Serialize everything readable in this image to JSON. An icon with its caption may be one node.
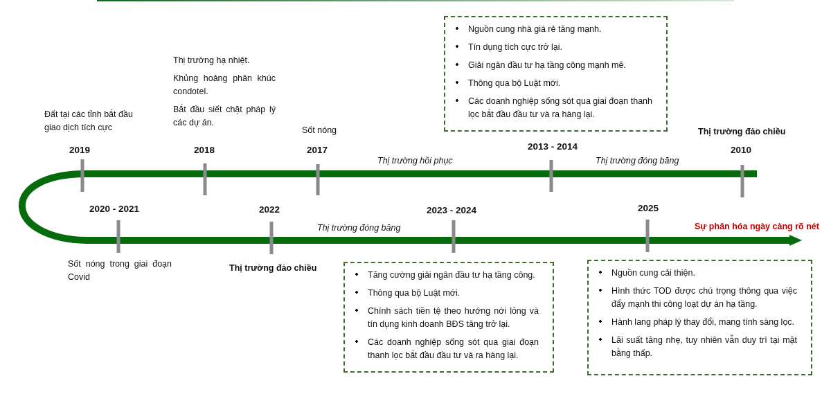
{
  "diagram": {
    "nodes": [
      {
        "text": [
          "Nguồn cung nhà giá rẻ tăng mạnh.",
          "Tín dụng tích cực trở lại.",
          "Giải ngân đầu tư hạ tầng công mạnh mẽ.",
          "Thông qua bộ Luật mới.",
          "Các doanh nghiệp sống sót qua giai đoạn thanh lọc bắt đầu đầu tư và ra hàng lại."
        ]
      },
      {
        "text": [
          "Tăng cường giải ngân đầu tư hạ tầng công.",
          "Thông qua bộ Luật mới.",
          "Chính sách tiền tệ theo hướng nới lỏng và tín dụng kinh doanh BĐS tăng trở lại.",
          "Các doanh nghiệp sống sót qua giai đoạn thanh lọc bắt đầu đầu tư và ra hàng lại."
        ]
      },
      {
        "text": [
          "Nguồn cung cải thiện.",
          "Hình thức TOD được chú trọng thông qua việc đẩy mạnh thi công loạt dự án hạ tầng.",
          "Hành lang pháp lý thay đổi, mang tính sàng lọc.",
          "Lãi suất tăng nhẹ, tuy nhiên vẫn duy trì tại mặt bằng thấp."
        ]
      }
    ],
    "edges": [],
    "labels": [
      "Thị trường hạ nhiệt.",
      "Khủng hoảng phân khúc condotel.",
      "Đất tại các tỉnh bắt đầu giao dịch tích cực",
      "Bắt đầu siết chặt pháp lý các dự án.",
      "Sốt nóng",
      "Thị trường đảo chiều",
      "2019",
      "2018",
      "2017",
      "2013 - 2014",
      "2010",
      "Thị trường hồi phục",
      "Thị trường đóng băng",
      "2020 - 2021",
      "2022",
      "2023 - 2024",
      "2025",
      "Thị trường đóng băng",
      "Sự phân hóa ngày càng rõ nét",
      "Sốt nóng trong giai đoạn Covid",
      "Thị trường đảo chiều"
    ]
  }
}
